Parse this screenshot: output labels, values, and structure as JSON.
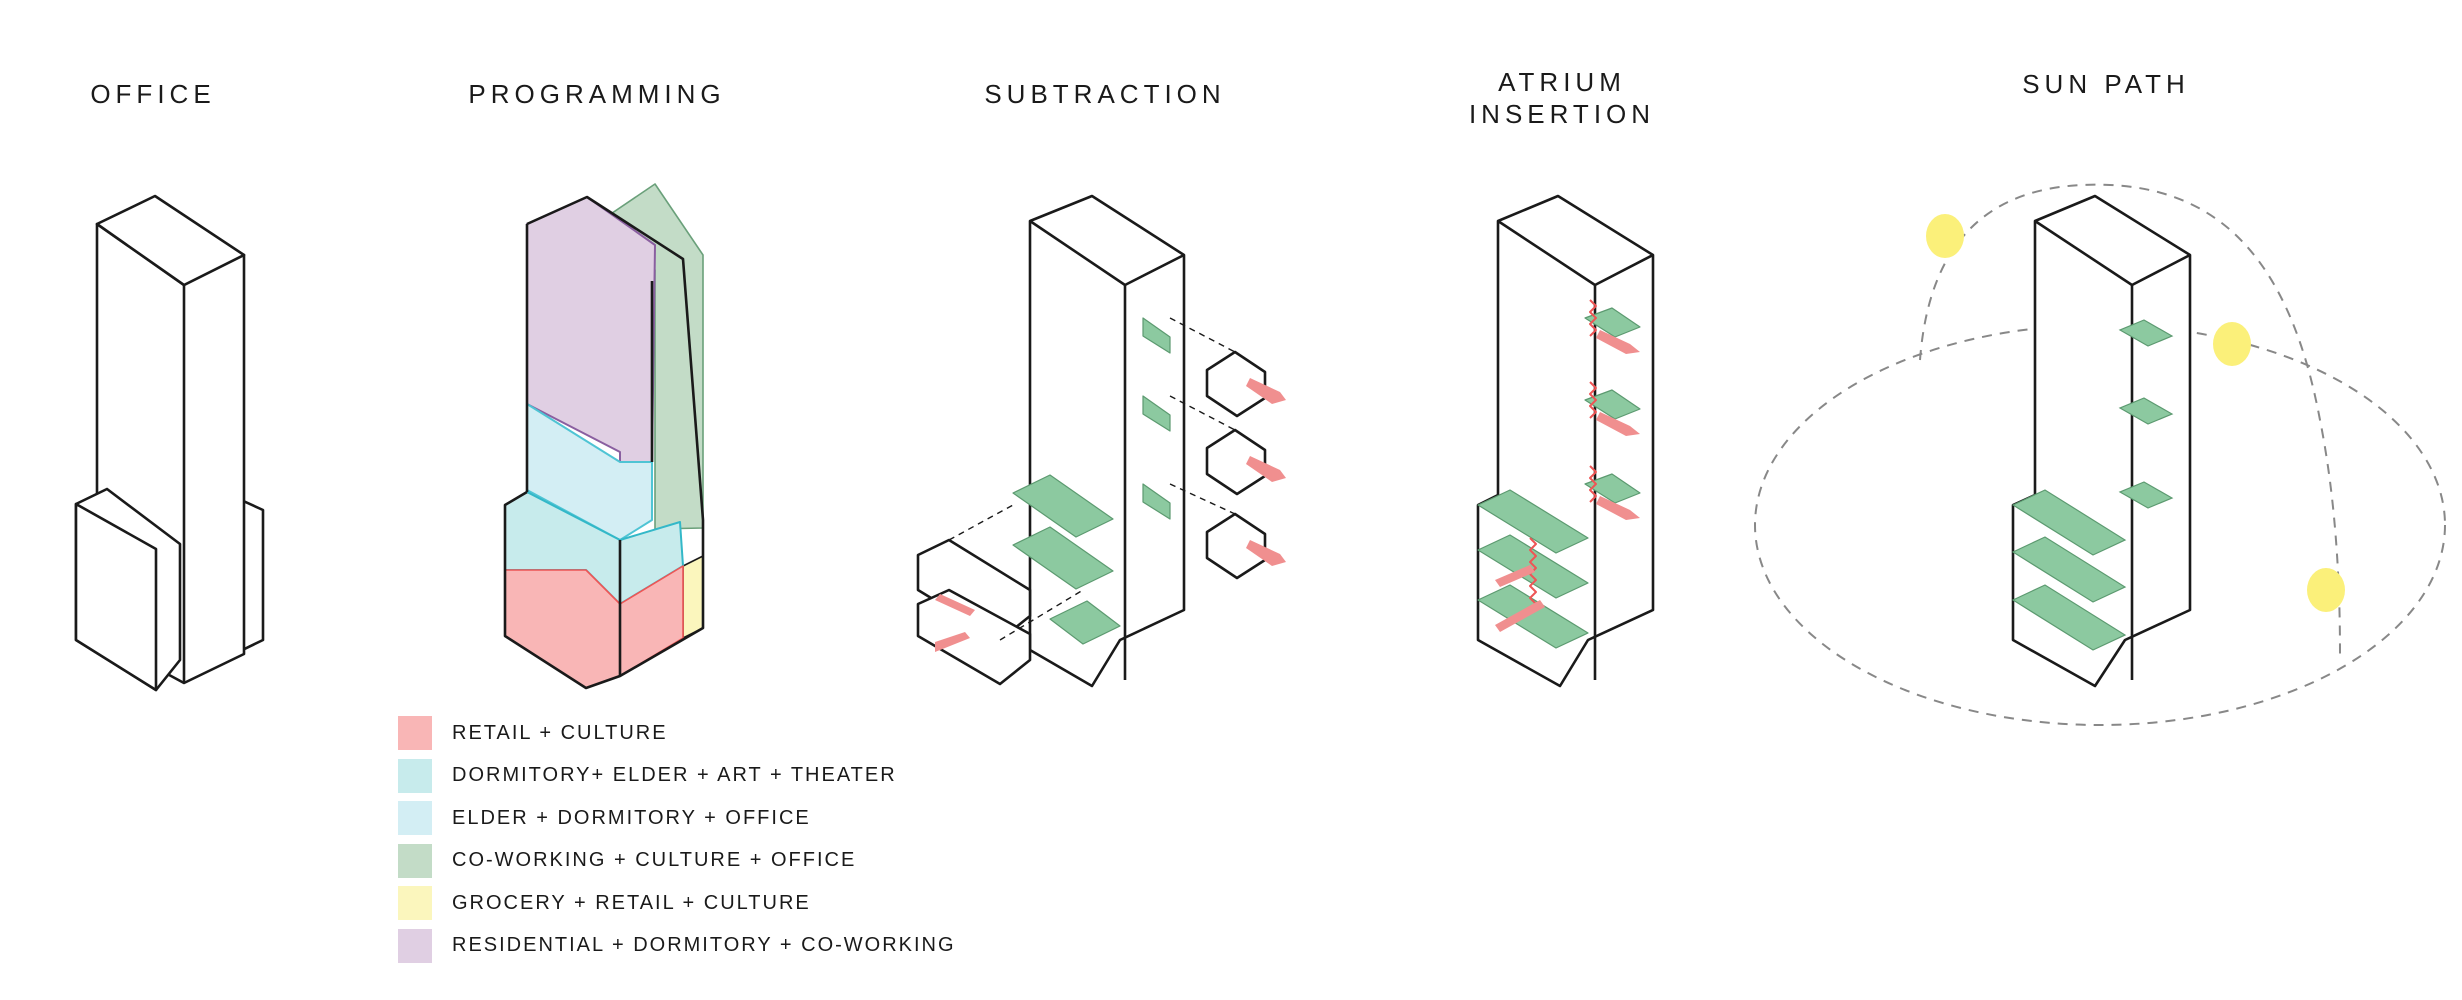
{
  "titles": {
    "office": "OFFICE",
    "programming": "PROGRAMMING",
    "subtraction": "SUBTRACTION",
    "atrium_line1": "ATRIUM",
    "atrium_line2": "INSERTION",
    "sun_path": "SUN PATH"
  },
  "legend": [
    {
      "label": "RETAIL + CULTURE",
      "color": "#f9b6b6"
    },
    {
      "label": "DORMITORY+ ELDER + ART + THEATER",
      "color": "#c7ebec"
    },
    {
      "label": "ELDER + DORMITORY + OFFICE",
      "color": "#d3eef4"
    },
    {
      "label": "CO-WORKING + CULTURE + OFFICE",
      "color": "#c3dcc7"
    },
    {
      "label": "GROCERY + RETAIL + CULTURE",
      "color": "#fbf6bd"
    },
    {
      "label": "RESIDENTIAL + DORMITORY + CO-WORKING",
      "color": "#e0cfe3"
    }
  ],
  "colors": {
    "line": "#1a1a1a",
    "green_slab": "#8cc9a0",
    "red_arrow": "#f08f8f",
    "sun": "#fbf07a",
    "orbit": "#888888"
  },
  "icons": {
    "sun": "sun-circle",
    "arrow": "flow-arrow",
    "stair": "stair-zigzag"
  }
}
